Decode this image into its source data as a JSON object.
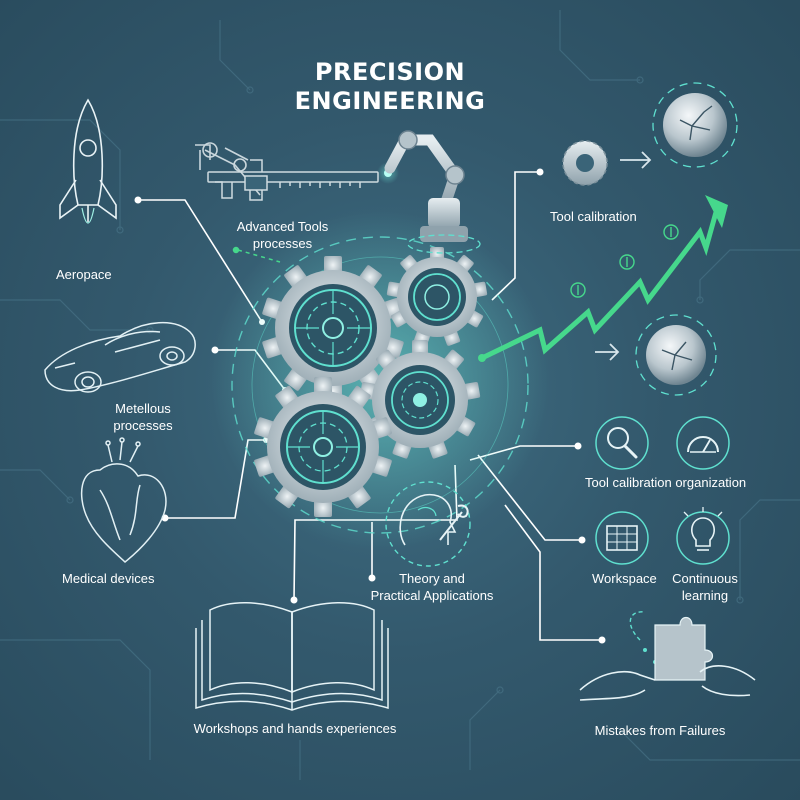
{
  "title": {
    "line1": "PRECISION",
    "line2": "ENGINEERING"
  },
  "labels": {
    "advanced_tools": {
      "line1": "Advanced Tools",
      "line2": "processes"
    },
    "aerospace": "Aeropace",
    "meticulous": {
      "line1": "Metellous",
      "line2": "processes"
    },
    "medical": "Medical devices",
    "tool_calibration": "Tool calibration",
    "calibration_org": "Tool calibration organization",
    "workspace": "Workspace",
    "continuous": {
      "line1": "Continuous",
      "line2": "learning"
    },
    "theory": {
      "line1": "Theory and",
      "line2": "Practical Applications"
    },
    "workshops": "Workshops and hands experiences",
    "mistakes": "Mistakes from Failures"
  },
  "icons": [
    "rocket-icon",
    "sports-car-icon",
    "heart-icon",
    "robot-arm-icon",
    "caliper-icon",
    "gear-cluster-icon",
    "growth-arrow-icon",
    "cracked-sphere-icon",
    "magnifier-icon",
    "gauge-icon",
    "schedule-grid-icon",
    "lightbulb-icon",
    "head-wrench-icon",
    "open-book-icon",
    "puzzle-hands-icon"
  ],
  "colors": {
    "background": "#33596d",
    "accent_teal": "#5fe0cf",
    "accent_green": "#46d88c",
    "line_white": "#ffffff",
    "gear_gray": "#c9d3d8"
  }
}
